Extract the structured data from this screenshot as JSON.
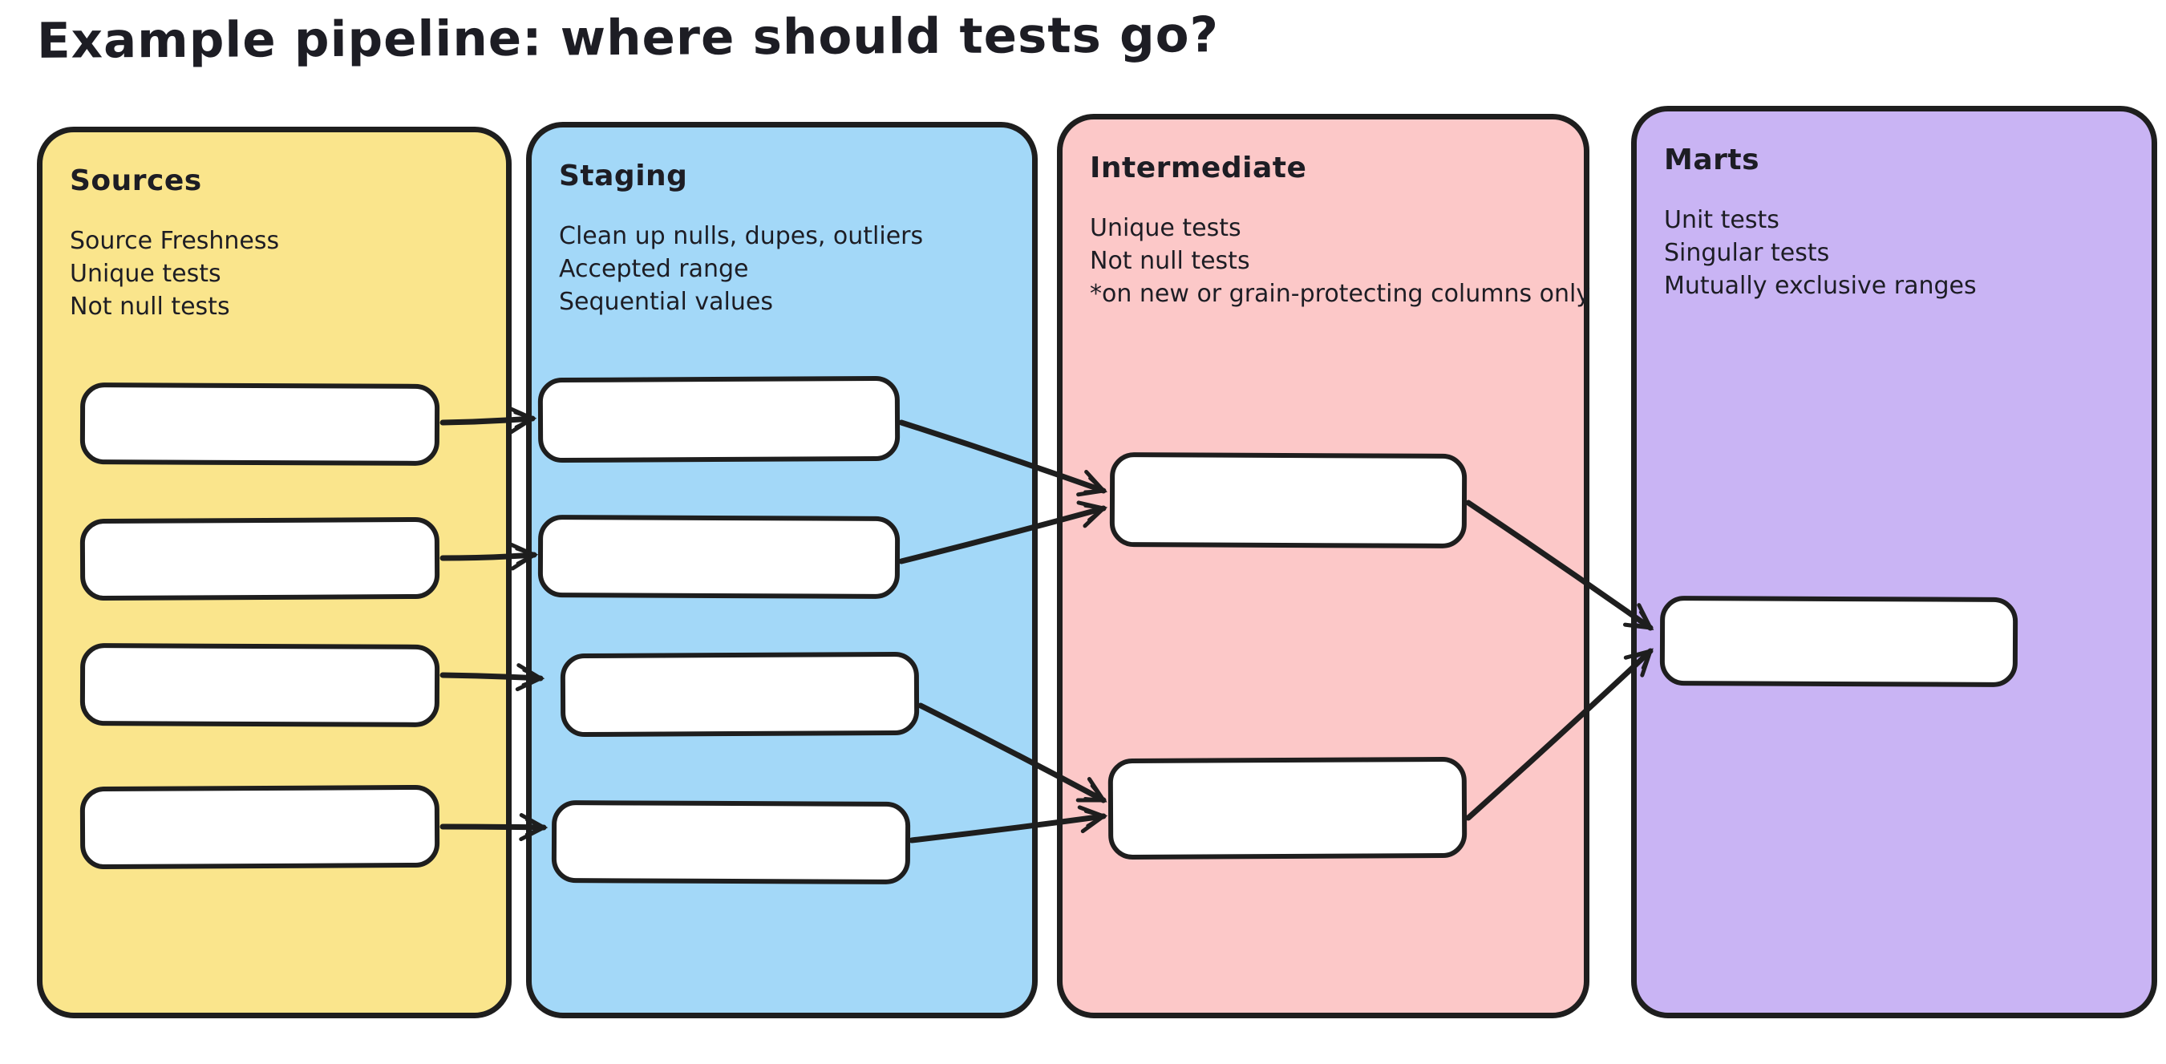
{
  "title": "Example pipeline: where should tests go?",
  "ink_color": "#1e1e1e",
  "node_fill": "#ffffff",
  "columns": [
    {
      "key": "sources",
      "title": "Sources",
      "lines": [
        "Source Freshness",
        "Unique tests",
        "Not null tests"
      ],
      "fill": "#fae58c",
      "node_count": 4
    },
    {
      "key": "staging",
      "title": "Staging",
      "lines": [
        "Clean up nulls, dupes, outliers",
        "Accepted range",
        "Sequential values"
      ],
      "fill": "#a3d8f8",
      "node_count": 4
    },
    {
      "key": "intermediate",
      "title": "Intermediate",
      "lines": [
        "Unique tests",
        "Not null tests",
        "*on new or grain-protecting columns only"
      ],
      "fill": "#fcc8c8",
      "node_count": 2
    },
    {
      "key": "marts",
      "title": "Marts",
      "lines": [
        "Unit tests",
        "Singular tests",
        "Mutually exclusive ranges"
      ],
      "fill": "#c9b4f4",
      "node_count": 1
    }
  ],
  "edges": [
    {
      "from": "sources-1",
      "to": "staging-1"
    },
    {
      "from": "sources-2",
      "to": "staging-2"
    },
    {
      "from": "sources-3",
      "to": "staging-3"
    },
    {
      "from": "sources-4",
      "to": "staging-4"
    },
    {
      "from": "staging-1",
      "to": "intermediate-1"
    },
    {
      "from": "staging-2",
      "to": "intermediate-1"
    },
    {
      "from": "staging-3",
      "to": "intermediate-2"
    },
    {
      "from": "staging-4",
      "to": "intermediate-2"
    },
    {
      "from": "intermediate-1",
      "to": "marts-1"
    },
    {
      "from": "intermediate-2",
      "to": "marts-1"
    }
  ]
}
